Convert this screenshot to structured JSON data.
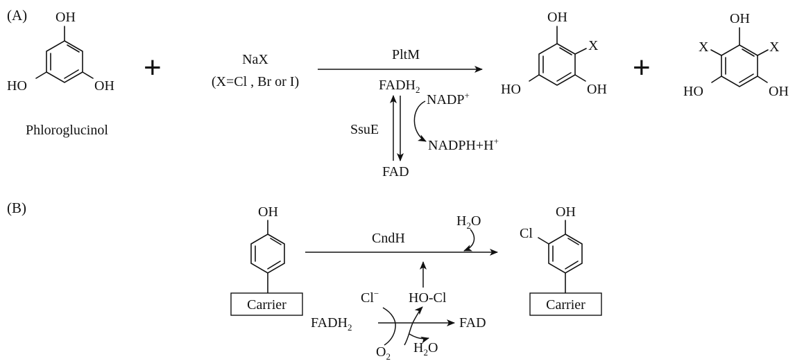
{
  "panel_a": {
    "label": "(A)",
    "substrate": {
      "name": "Phloroglucinol",
      "top": "OH",
      "left": "HO",
      "right": "OH"
    },
    "plus": "+",
    "reagent": {
      "line1": "NaX",
      "line2": "(X=Cl , Br or I)"
    },
    "arrow": {
      "enzyme": "PltM",
      "cofactor": "FADH",
      "cofactor_sub": "2"
    },
    "cycle": {
      "enzyme": "SsuE",
      "bottom": "FAD",
      "oxidant": "NADP",
      "oxidant_sup": "+",
      "reductant": "NADPH+H",
      "reductant_sup": "+"
    },
    "product1": {
      "top": "OH",
      "sub": "X",
      "left": "HO",
      "right": "OH"
    },
    "product2": {
      "top": "OH",
      "sub_left": "X",
      "sub_right": "X",
      "left": "HO",
      "right": "OH"
    }
  },
  "panel_b": {
    "label": "(B)",
    "substrate": {
      "top": "OH",
      "carrier": "Carrier"
    },
    "arrow": {
      "enzyme": "CndH"
    },
    "water_top": {
      "main": "H",
      "sub": "2",
      "tail": "O"
    },
    "hocl": "HO-Cl",
    "chloride": {
      "main": "Cl",
      "sup": "−"
    },
    "fadh2": {
      "main": "FADH",
      "sub": "2"
    },
    "fad": "FAD",
    "o2": {
      "main": "O",
      "sub": "2"
    },
    "water_bottom": {
      "main": "H",
      "sub": "2",
      "tail": "O"
    },
    "product": {
      "top": "OH",
      "sub": "Cl",
      "carrier": "Carrier"
    }
  }
}
